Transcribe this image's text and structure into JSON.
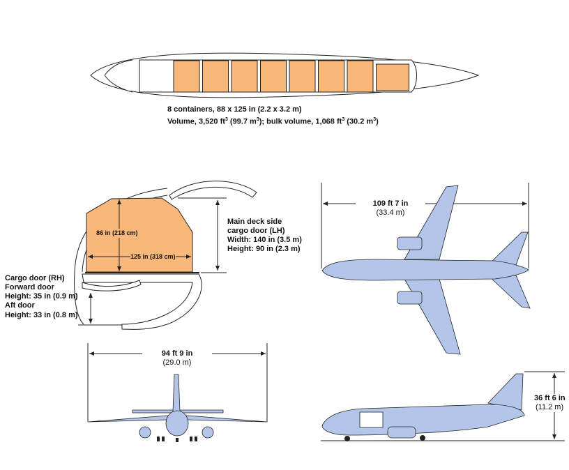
{
  "colors": {
    "cargo": "#f9b879",
    "aircraft": "#b3c6ea",
    "line": "#222222"
  },
  "top_view": {
    "line1": "8 containers, 88 x 125 in (2.2 x 3.2 m)",
    "line2_a": "Volume, 3,520 ft",
    "line2_b": "3",
    "line2_c": " (99.7 m",
    "line2_d": "3",
    "line2_e": "); bulk volume, 1,068 ft",
    "line2_f": "3",
    "line2_g": " (30.2 m",
    "line2_h": "3",
    "line2_i": ")"
  },
  "cross_section": {
    "height_label": "86 in (218 cm)",
    "width_label": "125 in (318 cm)",
    "main_door": {
      "title1": "Main deck side",
      "title2": "cargo door (LH)",
      "width": "Width:  140 in (3.5 m)",
      "height": "Height:   90 in (2.3 m)"
    },
    "lower_door": {
      "title": "Cargo door (RH)",
      "fwd": "Forward door",
      "fwd_height": "Height:  35 in (0.9 m)",
      "aft": "Aft door",
      "aft_height": "Height:  33 in (0.8 m)"
    }
  },
  "dimensions": {
    "wingspan": {
      "ft": "109 ft 7 in",
      "m": "(33.4 m)"
    },
    "length": {
      "ft": "94 ft 9 in",
      "m": "(29.0 m)"
    },
    "height": {
      "ft": "36 ft 6 in",
      "m": "(11.2 m)"
    }
  }
}
